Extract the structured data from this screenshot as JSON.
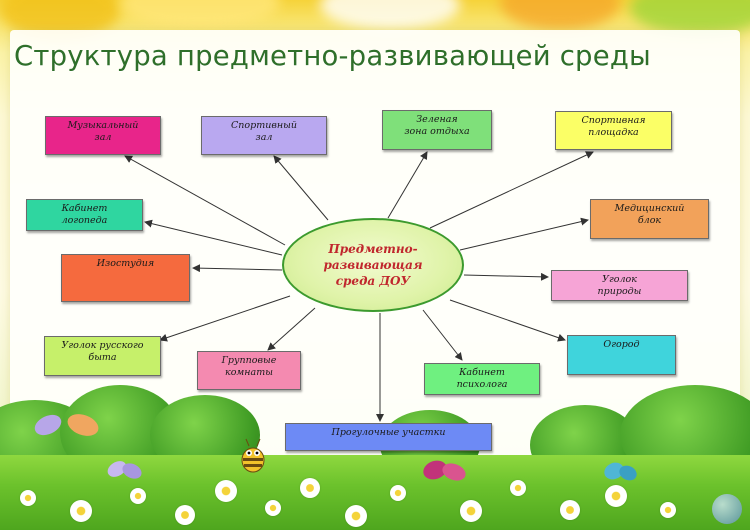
{
  "title": "Структура предметно-развивающей среды",
  "center": {
    "label": "Предметно-\nразвивающая\nсреда ДОУ"
  },
  "nodes": [
    {
      "id": "music-hall",
      "label": "Музыкальный\nзал",
      "color": "#e8258a"
    },
    {
      "id": "sports-hall",
      "label": "Спортивный\nзал",
      "color": "#b9a8f0"
    },
    {
      "id": "green-zone",
      "label": "Зеленая\nзона отдыха",
      "color": "#7fe07a"
    },
    {
      "id": "sports-ground",
      "label": "Спортивная\nплощадка",
      "color": "#fbff66"
    },
    {
      "id": "speech-therapist",
      "label": "Кабинет\nлогопеда",
      "color": "#2fd6a0"
    },
    {
      "id": "medical-block",
      "label": "Медицинский\nблок",
      "color": "#f2a25a"
    },
    {
      "id": "art-studio",
      "label": "Изостудия",
      "color": "#f56a3e"
    },
    {
      "id": "nature-corner",
      "label": "Уголок\nприроды",
      "color": "#f6a4d6"
    },
    {
      "id": "russian-life",
      "label": "Уголок русского\nбыта",
      "color": "#c6f06a"
    },
    {
      "id": "group-rooms",
      "label": "Групповые\nкомнаты",
      "color": "#f48ab0"
    },
    {
      "id": "psychologist",
      "label": "Кабинет\nпсихолога",
      "color": "#6ff080"
    },
    {
      "id": "vegetable-garden",
      "label": "Огород",
      "color": "#3fd4dc"
    },
    {
      "id": "walking-areas",
      "label": "Прогулочные участки",
      "color": "#6d8af5"
    }
  ]
}
